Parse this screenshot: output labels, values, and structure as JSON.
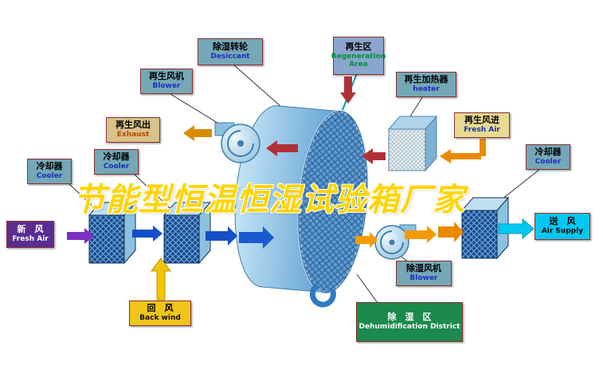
{
  "watermark": "节能型恒温恒湿试验箱厂家",
  "labels": {
    "desiccant": {
      "zh": "除湿转轮",
      "en": "Desiccant"
    },
    "regen_area": {
      "zh": "再生区",
      "en": "Regeneration Area"
    },
    "regen_blower": {
      "zh": "再生风机",
      "en": "Blower"
    },
    "regen_heater": {
      "zh": "再生加热器",
      "en": "heater"
    },
    "exhaust_out": {
      "zh": "再生风出",
      "en": "Exhaust"
    },
    "regen_in": {
      "zh": "再生风进",
      "en": "Fresh Air"
    },
    "cooler_far_left": {
      "zh": "冷却器",
      "en": "Cooler"
    },
    "cooler_left": {
      "zh": "冷却器",
      "en": "Cooler"
    },
    "cooler_right": {
      "zh": "冷却器",
      "en": "Cooler"
    },
    "fresh_air": {
      "zh": "新　风",
      "en": "Fresh Air"
    },
    "air_supply": {
      "zh": "送　风",
      "en": "Air Supply"
    },
    "back_wind": {
      "zh": "回　风",
      "en": "Back wind"
    },
    "dehumid_blower": {
      "zh": "除湿风机",
      "en": "Blower"
    },
    "dehumid_zone": {
      "zh": "除　湿　区",
      "en": "Dehumidification District"
    }
  },
  "colors": {
    "label_teal": "#74a8b6",
    "label_blue": "#8aa6cf",
    "label_tan": "#d9c189",
    "label_pale_yellow": "#e8da90",
    "label_purple": "#5a2d91",
    "label_cyan": "#00c8f0",
    "label_yellow": "#f0c419",
    "label_green": "#1a8a4d",
    "arrow_blue": "#1450c8",
    "arrow_purple": "#7a2fbe",
    "arrow_orange": "#f59b00",
    "arrow_crimson": "#b03038",
    "arrow_cyan": "#00c8f0",
    "arrow_yellow": "#f2c500",
    "wheel_blue": "#5d9bd0",
    "watermark_gold": "#ffd400"
  }
}
